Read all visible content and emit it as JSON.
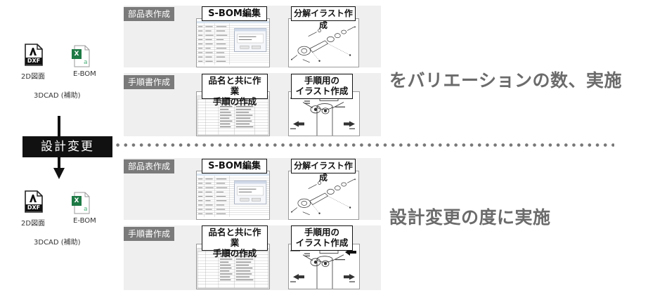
{
  "left": {
    "files_top": {
      "dxf_label": "2D図面",
      "xlsx_label": "E-BOM",
      "caption": "3DCAD (補助)",
      "dxf_badge": "DXF",
      "xlsx_badge": "X"
    },
    "files_bottom": {
      "dxf_label": "2D図面",
      "xlsx_label": "E-BOM",
      "caption": "3DCAD (補助)",
      "dxf_badge": "DXF",
      "xlsx_badge": "X"
    },
    "change_label": "設計変更"
  },
  "top": {
    "bom_tag": "部品表作成",
    "sbom_callout": "S-BOM編集",
    "exploded_callout": "分解イラスト作成",
    "manual_tag": "手順書作成",
    "name_callout_line1": "品名と共に作業",
    "name_callout_line2": "手順の作成",
    "illust_callout_line1": "手順用の",
    "illust_callout_line2": "イラスト作成",
    "message": "をバリエーションの数、実施"
  },
  "bottom": {
    "bom_tag": "部品表作成",
    "sbom_callout": "S-BOM編集",
    "exploded_callout": "分解イラスト作成",
    "manual_tag": "手順書作成",
    "name_callout_line1": "品名と共に作業",
    "name_callout_line2": "手順の作成",
    "illust_callout_line1": "手順用の",
    "illust_callout_line2": "イラスト作成",
    "message": "設計変更の度に実施"
  },
  "colors": {
    "panel": "#efefef",
    "tag": "#7a7a7a",
    "message": "#6b6b6b",
    "xlsx_green": "#1e7a45",
    "change_box": "#111111"
  }
}
